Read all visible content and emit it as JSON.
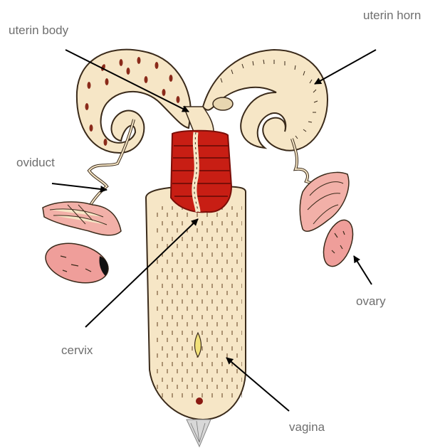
{
  "labels": {
    "uterine_body": "uterin body",
    "uterine_horn": "uterin horn",
    "oviduct": "oviduct",
    "ovary": "ovary",
    "cervix": "cervix",
    "vagina": "vagina"
  },
  "colors": {
    "tissue": "#f6e6c6",
    "outline": "#3a2a1a",
    "cervix_red": "#c81e14",
    "cervix_dark": "#7a0e08",
    "ovary_pink": "#ef9e9a",
    "spots": "#8a2a1a",
    "label_text": "#6f6f6f",
    "arrow": "#000000"
  }
}
